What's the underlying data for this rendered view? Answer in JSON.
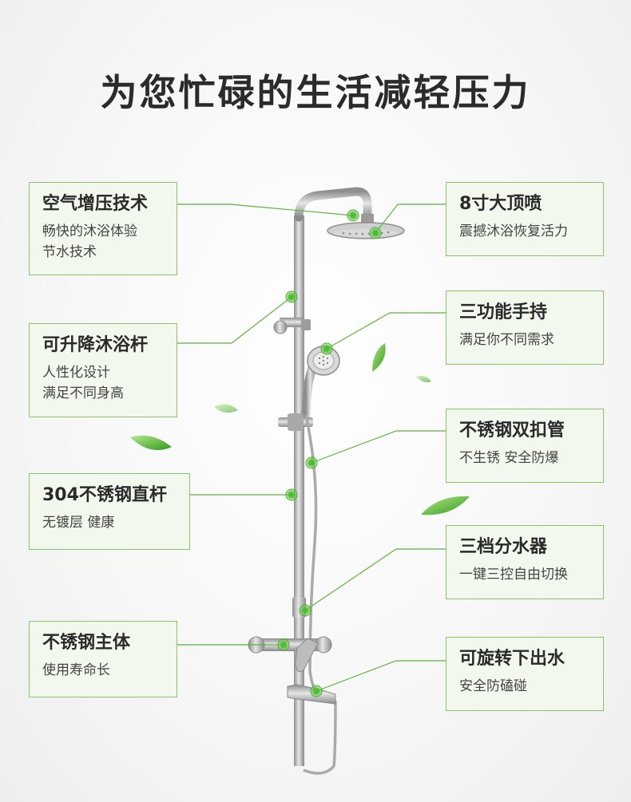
{
  "title": "为您忙碌的生活减轻压力",
  "features": {
    "pressure": {
      "title": "空气增压技术",
      "desc": "畅快的沐浴体验\n节水技术"
    },
    "rod": {
      "title": "可升降沐浴杆",
      "desc": "人性化设计\n满足不同身高"
    },
    "steel_rod": {
      "title": "304不锈钢直杆",
      "desc": "无镀层 健康"
    },
    "body": {
      "title": "不锈钢主体",
      "desc": "使用寿命长"
    },
    "top_spray": {
      "title": "8寸大顶喷",
      "desc": "震撼沐浴恢复活力"
    },
    "handheld": {
      "title": "三功能手持",
      "desc": "满足你不同需求"
    },
    "hose": {
      "title": "不锈钢双扣管",
      "desc": "不生锈 安全防爆"
    },
    "diverter": {
      "title": "三档分水器",
      "desc": "一键三控自由切换"
    },
    "spout": {
      "title": "可旋转下出水",
      "desc": "安全防磕碰"
    }
  },
  "colors": {
    "accent": "#5cb53a",
    "border": "#8cc36a",
    "card_bg": "#f3f8ef",
    "steel": "#b9b9b9"
  },
  "icons": [
    "leaf-icon",
    "callout-dot-icon"
  ]
}
